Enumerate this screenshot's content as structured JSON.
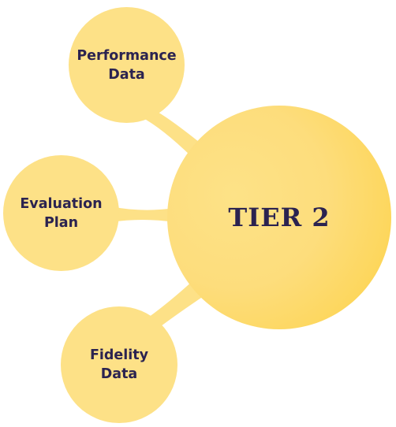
{
  "hub": {
    "label": "TIER 2"
  },
  "satellites": [
    {
      "line1": "Performance",
      "line2": "Data"
    },
    {
      "line1": "Evaluation",
      "line2": "Plan"
    },
    {
      "line1": "Fidelity",
      "line2": "Data"
    }
  ],
  "colors": {
    "bubble": "#fde187",
    "hub_accent": "#fcd23d",
    "text": "#2b2350"
  }
}
